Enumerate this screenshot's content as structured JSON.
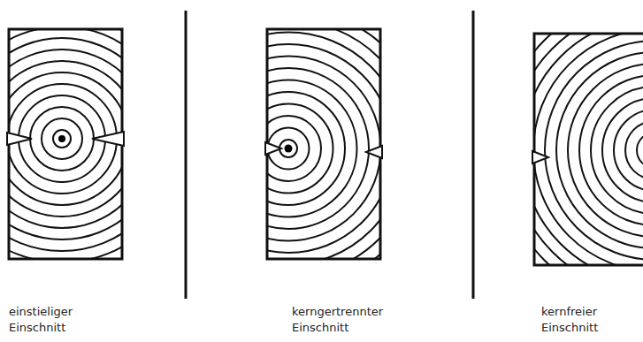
{
  "diagram": {
    "labels": [
      "einstieliger Einschnitt",
      "kerngertrennter Einschnitt",
      "kernfreier Einschnitt"
    ]
  }
}
